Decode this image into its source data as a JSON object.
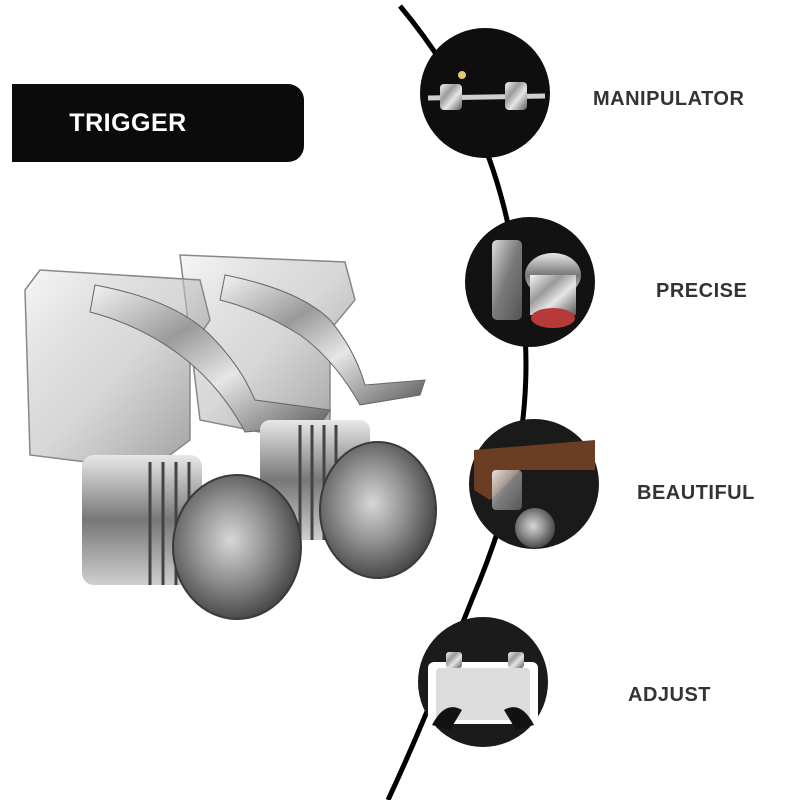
{
  "header": {
    "title": "TRIGGER"
  },
  "features": [
    {
      "label": "MANIPULATOR",
      "icon": "rod-detail-icon"
    },
    {
      "label": "PRECISE",
      "icon": "knob-detail-icon"
    },
    {
      "label": "BEAUTIFUL",
      "icon": "rifle-detail-icon"
    },
    {
      "label": "ADJUST",
      "icon": "phone-mount-icon"
    }
  ],
  "colors": {
    "badge": "#0b0b0b",
    "label": "#333333",
    "line": "#000000"
  }
}
